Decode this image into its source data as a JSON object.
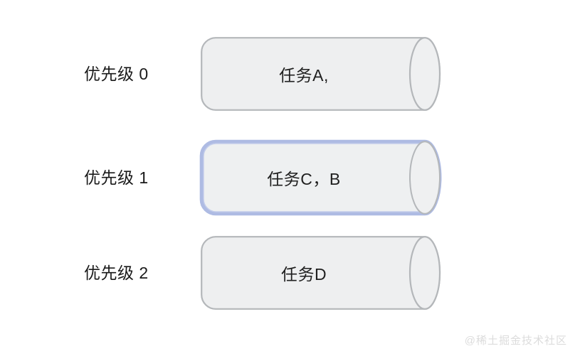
{
  "diagram": {
    "background_color": "#ffffff",
    "rows": [
      {
        "priority_label": "优先级 0",
        "queue_text": "任务A,",
        "highlighted": false,
        "fill_color": "#eeeff0",
        "stroke_color": "#b4b7ba"
      },
      {
        "priority_label": "优先级 1",
        "queue_text": "任务C，B",
        "highlighted": true,
        "fill_color": "#eef0f1",
        "stroke_color": "#b4b7ba",
        "highlight_color": "#aebbe3"
      },
      {
        "priority_label": "优先级 2",
        "queue_text": "任务D",
        "highlighted": false,
        "fill_color": "#eeeff0",
        "stroke_color": "#b4b7ba"
      }
    ]
  },
  "watermark": {
    "text": "@稀土掘金技术社区",
    "color": "#dcdcdc"
  }
}
